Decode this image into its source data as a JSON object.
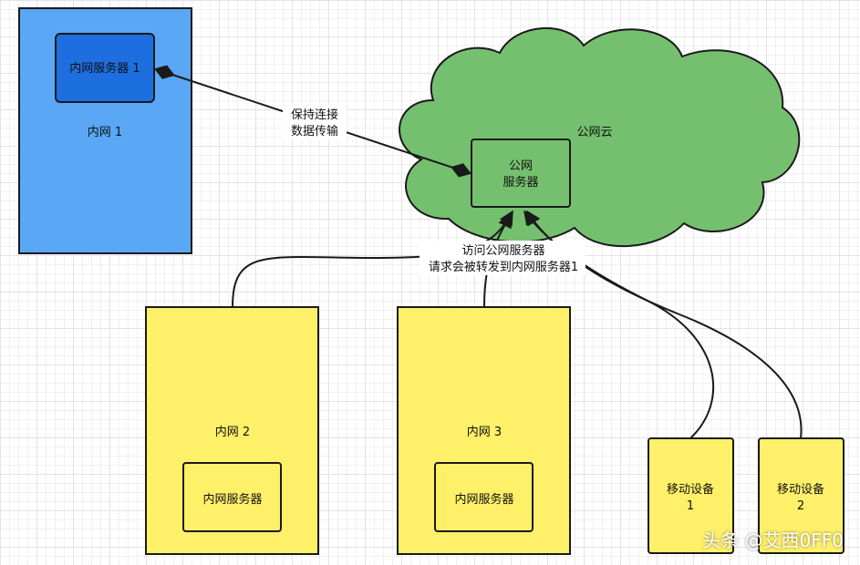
{
  "intranet1": {
    "label": "内网 1",
    "server_label": "内网服务器 1"
  },
  "cloud": {
    "label": "公网云",
    "server_line1": "公网",
    "server_line2": "服务器"
  },
  "edge1": {
    "line1": "保持连接",
    "line2": "数据传输"
  },
  "edge2": {
    "line1": "访问公网服务器",
    "line2": "请求会被转发到内网服务器1"
  },
  "intranet2": {
    "label": "内网 2",
    "server_label": "内网服务器"
  },
  "intranet3": {
    "label": "内网 3",
    "server_label": "内网服务器"
  },
  "mobile1": {
    "line1": "移动设备",
    "line2": "1"
  },
  "mobile2": {
    "line1": "移动设备",
    "line2": "2"
  },
  "watermark": "头条 @艾西0FF0",
  "colors": {
    "intranet_blue": "#5aa7f6",
    "server_blue": "#1d6fe0",
    "cloud_green": "#75c06f",
    "yellow": "#fff06a",
    "stroke": "#1a1a1a"
  }
}
